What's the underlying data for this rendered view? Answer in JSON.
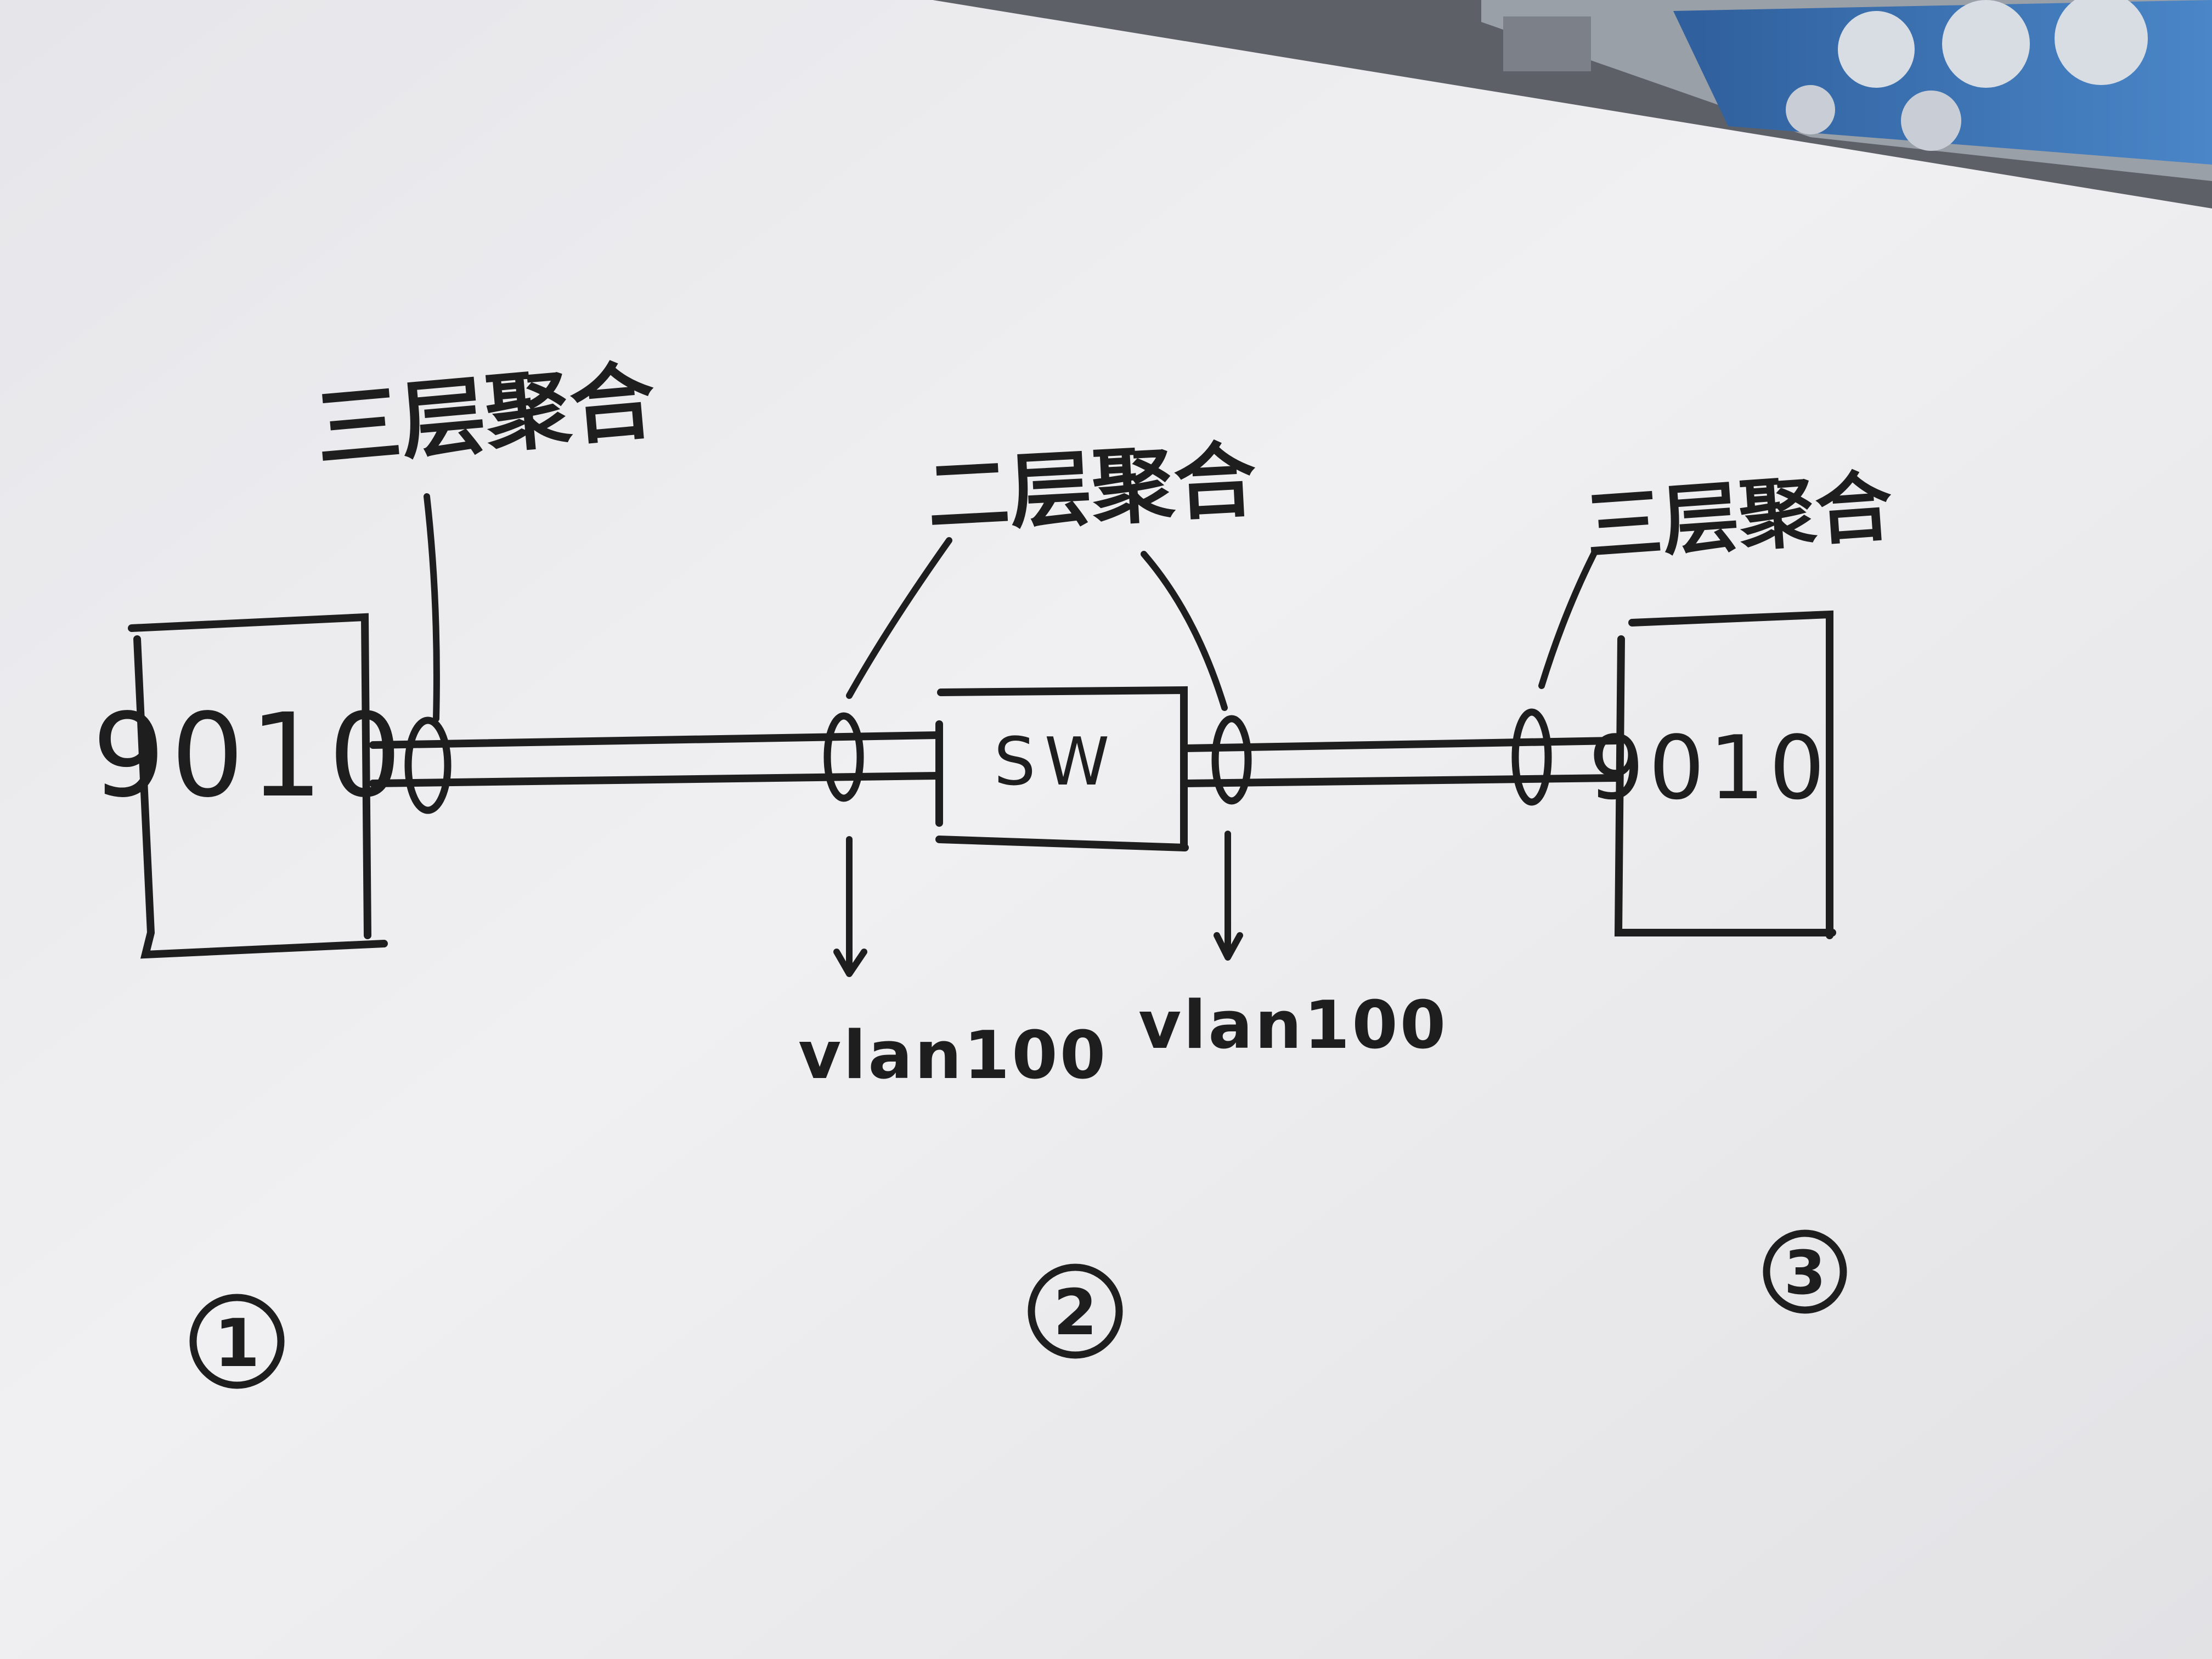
{
  "labels": {
    "left_l3_aggregation": "三层聚合",
    "center_l2_aggregation": "二层聚合",
    "right_l3_aggregation": "三层聚合",
    "left_vlan": "vlan100",
    "right_vlan": "vlan100"
  },
  "devices": {
    "left": "9010",
    "center": "SW",
    "right": "9010"
  },
  "markers": {
    "one": "1",
    "two": "2",
    "three": "3"
  },
  "colors": {
    "ink": "#1e1e1e",
    "paper": "#eeeef0",
    "background": "#5d6167",
    "tray": "#3a74b8"
  }
}
